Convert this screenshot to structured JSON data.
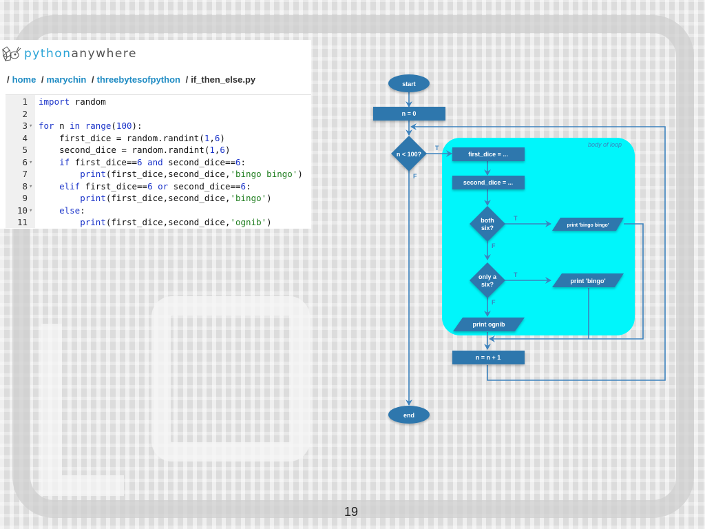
{
  "app": {
    "logo_prefix": "python",
    "logo_suffix": "anywhere"
  },
  "breadcrumb": {
    "items": [
      "home",
      "marychin",
      "threebytesofpython"
    ],
    "file": "if_then_else.py",
    "separator": "/"
  },
  "editor": {
    "lines": [
      {
        "n": "1",
        "fold": false,
        "code": [
          {
            "t": "import",
            "c": "kw"
          },
          {
            "t": " random",
            "c": ""
          }
        ]
      },
      {
        "n": "2",
        "fold": false,
        "code": []
      },
      {
        "n": "3",
        "fold": true,
        "code": [
          {
            "t": "for",
            "c": "kw"
          },
          {
            "t": " n ",
            "c": ""
          },
          {
            "t": "in",
            "c": "kw"
          },
          {
            "t": " ",
            "c": ""
          },
          {
            "t": "range",
            "c": "fn"
          },
          {
            "t": "(",
            "c": ""
          },
          {
            "t": "100",
            "c": "num"
          },
          {
            "t": "):",
            "c": ""
          }
        ]
      },
      {
        "n": "4",
        "fold": false,
        "code": [
          {
            "t": "    first_dice = random.randint(",
            "c": ""
          },
          {
            "t": "1",
            "c": "num"
          },
          {
            "t": ",",
            "c": ""
          },
          {
            "t": "6",
            "c": "num"
          },
          {
            "t": ")",
            "c": ""
          }
        ]
      },
      {
        "n": "5",
        "fold": false,
        "code": [
          {
            "t": "    second_dice = random.randint(",
            "c": ""
          },
          {
            "t": "1",
            "c": "num"
          },
          {
            "t": ",",
            "c": ""
          },
          {
            "t": "6",
            "c": "num"
          },
          {
            "t": ")",
            "c": ""
          }
        ]
      },
      {
        "n": "6",
        "fold": true,
        "code": [
          {
            "t": "    ",
            "c": ""
          },
          {
            "t": "if",
            "c": "kw"
          },
          {
            "t": " first_dice==",
            "c": ""
          },
          {
            "t": "6",
            "c": "num"
          },
          {
            "t": " ",
            "c": ""
          },
          {
            "t": "and",
            "c": "kw"
          },
          {
            "t": " second_dice==",
            "c": ""
          },
          {
            "t": "6",
            "c": "num"
          },
          {
            "t": ":",
            "c": ""
          }
        ]
      },
      {
        "n": "7",
        "fold": false,
        "code": [
          {
            "t": "        ",
            "c": ""
          },
          {
            "t": "print",
            "c": "fn"
          },
          {
            "t": "(first_dice,second_dice,",
            "c": ""
          },
          {
            "t": "'bingo bingo'",
            "c": "str"
          },
          {
            "t": ")",
            "c": ""
          }
        ]
      },
      {
        "n": "8",
        "fold": true,
        "code": [
          {
            "t": "    ",
            "c": ""
          },
          {
            "t": "elif",
            "c": "kw"
          },
          {
            "t": " first_dice==",
            "c": ""
          },
          {
            "t": "6",
            "c": "num"
          },
          {
            "t": " ",
            "c": ""
          },
          {
            "t": "or",
            "c": "kw"
          },
          {
            "t": " second_dice==",
            "c": ""
          },
          {
            "t": "6",
            "c": "num"
          },
          {
            "t": ":",
            "c": ""
          }
        ]
      },
      {
        "n": "9",
        "fold": false,
        "code": [
          {
            "t": "        ",
            "c": ""
          },
          {
            "t": "print",
            "c": "fn"
          },
          {
            "t": "(first_dice,second_dice,",
            "c": ""
          },
          {
            "t": "'bingo'",
            "c": "str"
          },
          {
            "t": ")",
            "c": ""
          }
        ]
      },
      {
        "n": "10",
        "fold": true,
        "code": [
          {
            "t": "    ",
            "c": ""
          },
          {
            "t": "else",
            "c": "kw"
          },
          {
            "t": ":",
            "c": ""
          }
        ]
      },
      {
        "n": "11",
        "fold": false,
        "code": [
          {
            "t": "        ",
            "c": ""
          },
          {
            "t": "print",
            "c": "fn"
          },
          {
            "t": "(first_dice,second_dice,",
            "c": ""
          },
          {
            "t": "'ognib'",
            "c": "str"
          },
          {
            "t": ")",
            "c": ""
          }
        ]
      }
    ]
  },
  "flowchart": {
    "colors": {
      "node": "#2e77ad",
      "edge": "#3c82bd",
      "loop_body": "#00f6fb",
      "label": "#3c82bd"
    },
    "loop_label": "body of loop",
    "nodes": {
      "start": "start",
      "init": "n = 0",
      "cond": "n < 100?",
      "first": "first_dice = ...",
      "second": "second_dice = ...",
      "both_l1": "both",
      "both_l2": "six?",
      "bingo2": "print 'bingo bingo'",
      "only_l1": "only a",
      "only_l2": "six?",
      "bingo1": "print 'bingo'",
      "ognib": "print ognib",
      "incr": "n = n + 1",
      "end": "end"
    },
    "edge_labels": {
      "true": "T",
      "false": "F"
    }
  },
  "slide": {
    "page_number": "19"
  }
}
